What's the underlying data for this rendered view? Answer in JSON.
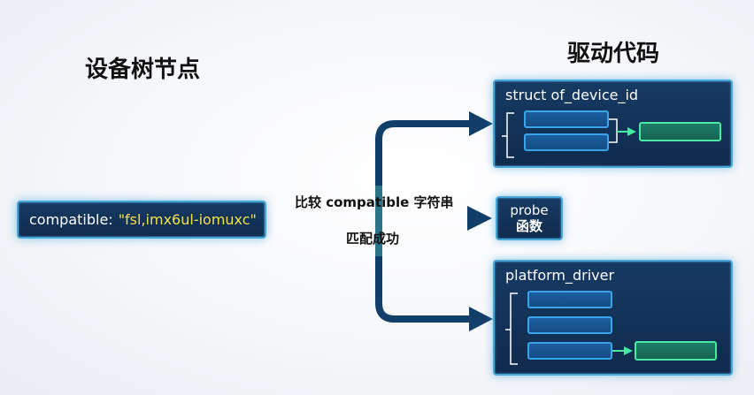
{
  "left_title": "设备树节点",
  "right_title": "驱动代码",
  "device_node": {
    "key": "compatible:",
    "value": "\"fsl,imx6ul-iomuxc\""
  },
  "labels": {
    "compare": "比较 compatible 字符串",
    "match": "匹配成功"
  },
  "of_device_id": {
    "title": "struct of_device_id"
  },
  "probe": {
    "line1": "probe",
    "line2": "函数"
  },
  "platform_driver": {
    "title": "platform_driver"
  },
  "colors": {
    "panel_bg": "#173a63",
    "panel_border": "#47a6d8",
    "arrow": "#123f6a",
    "highlight_value": "#f3e04a",
    "green_bar": "#1d7d6a",
    "blue_bar": "#1b5e9e"
  }
}
